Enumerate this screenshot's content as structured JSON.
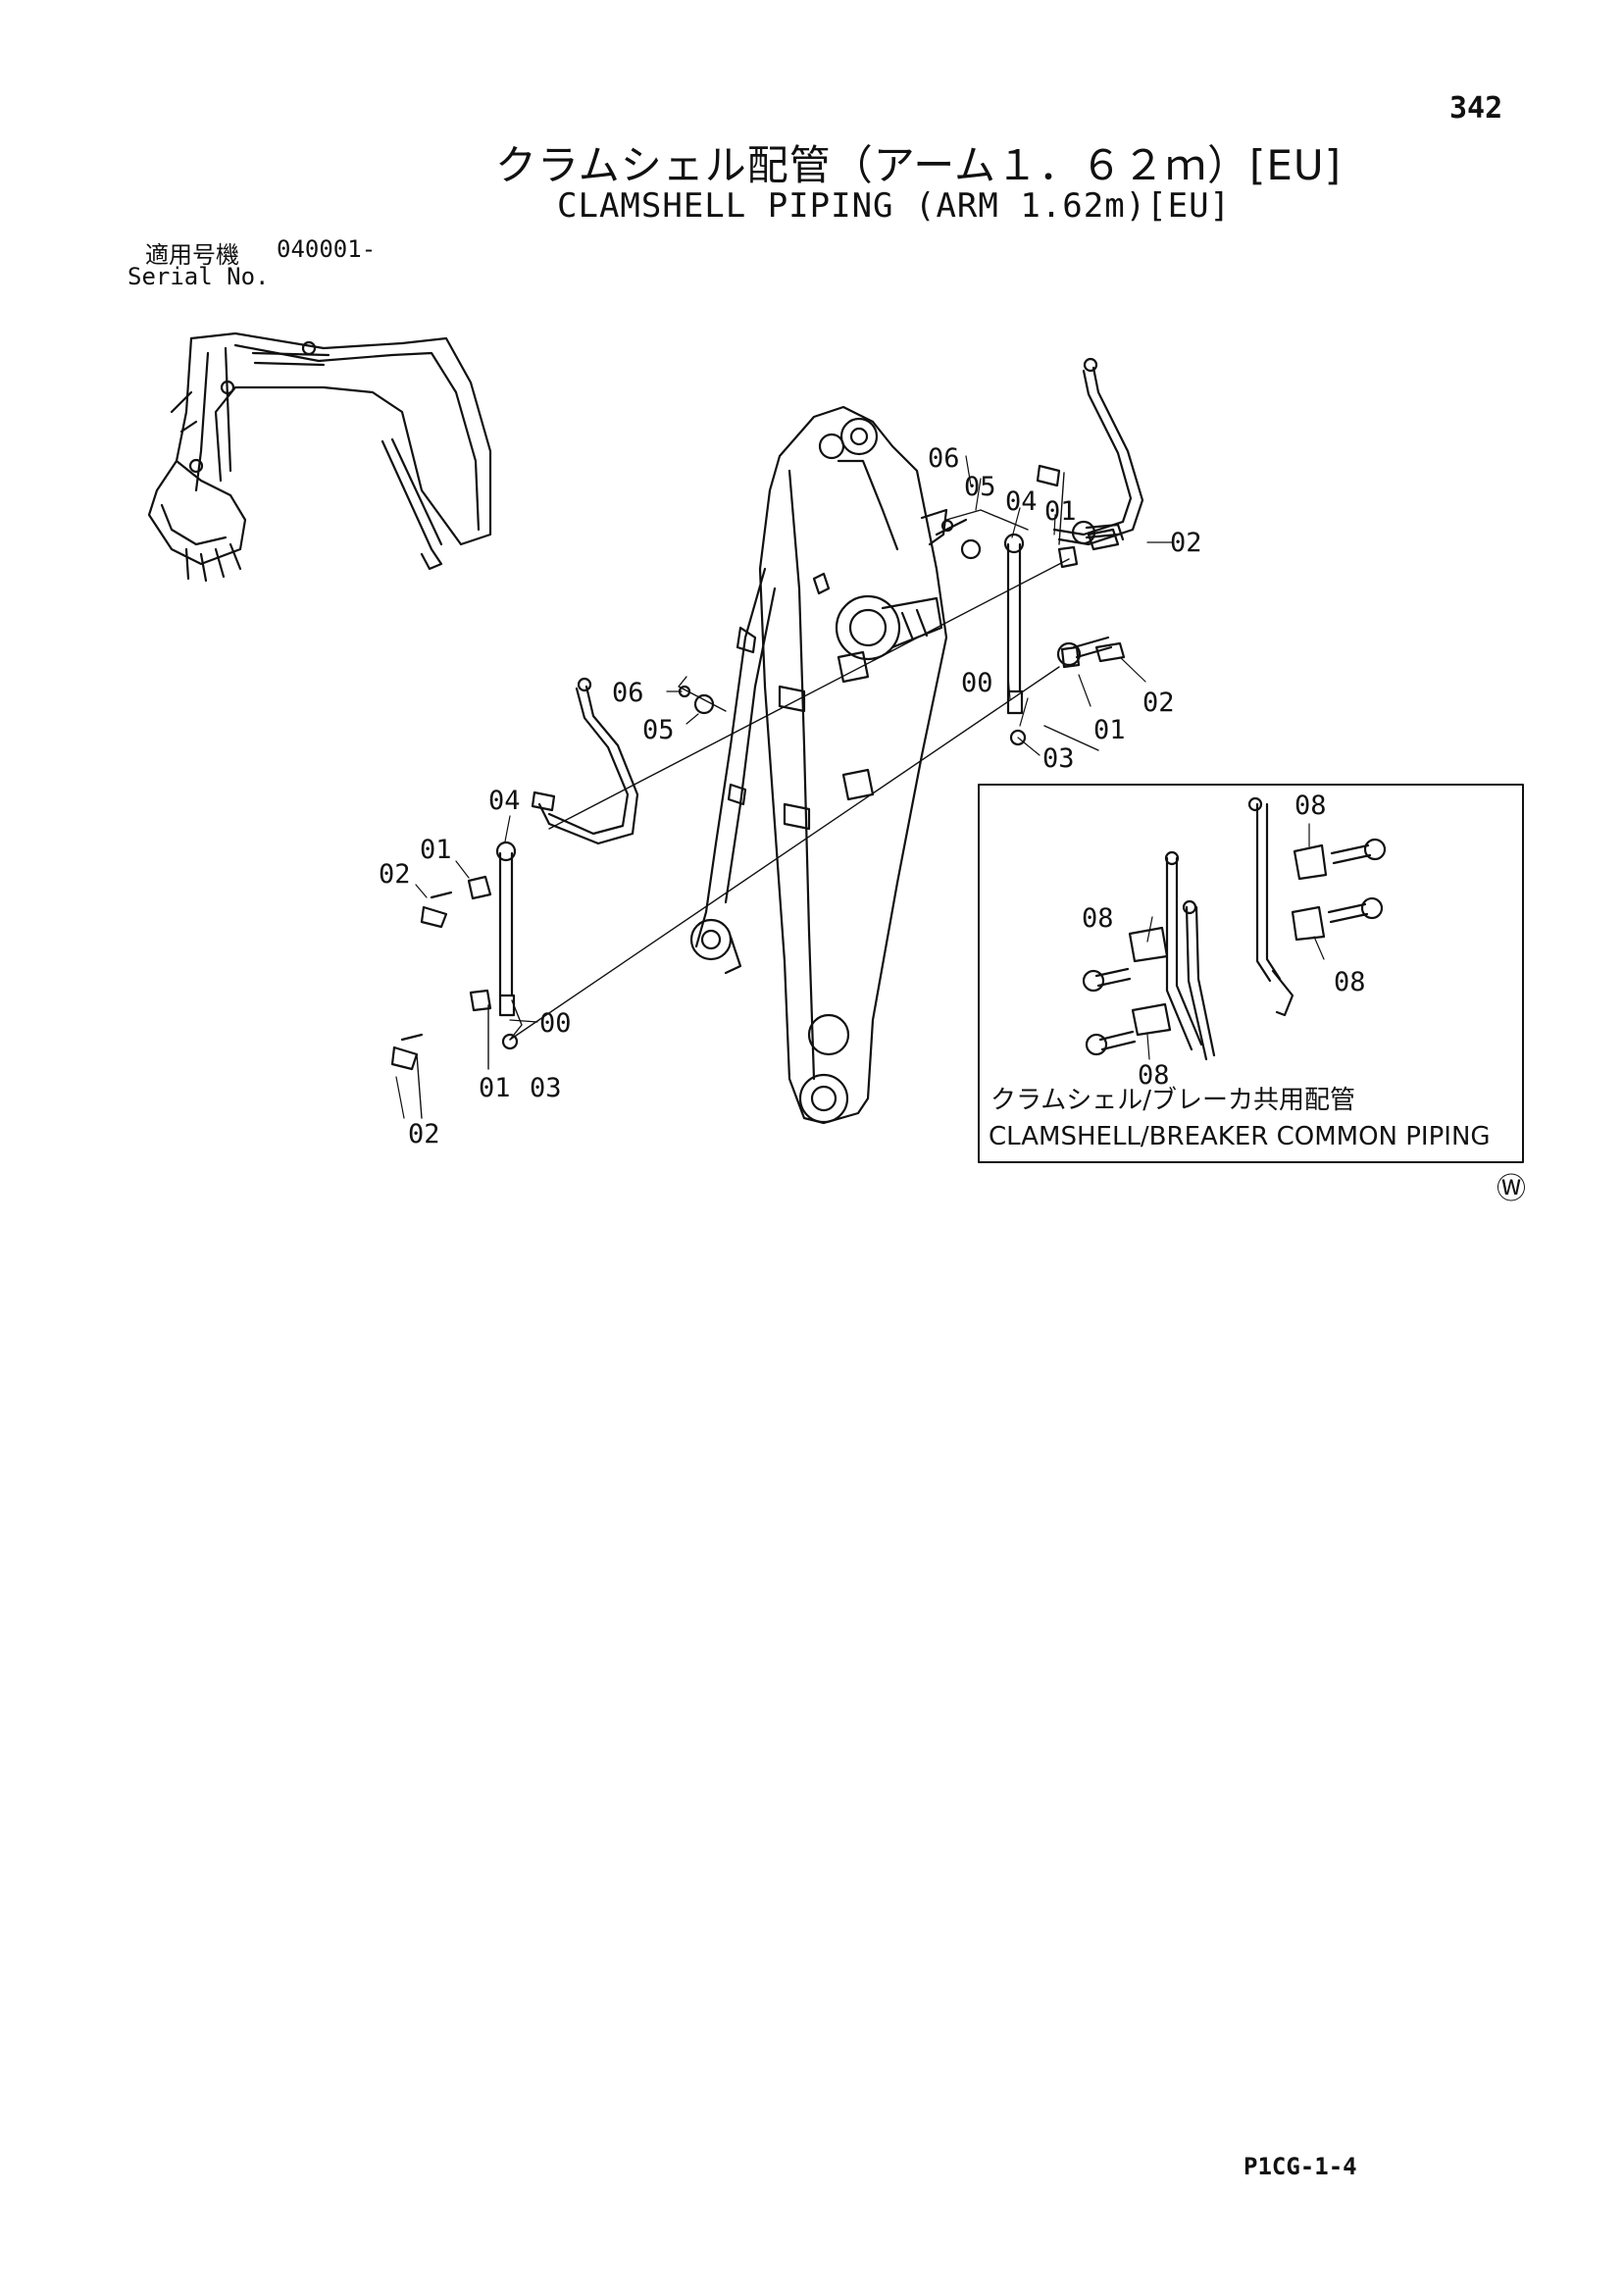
{
  "header": {
    "page_number": "342",
    "title_jp": "クラムシェル配管（アーム１．６２ｍ）[EU]",
    "title_en": "CLAMSHELL PIPING (ARM 1.62m)[EU]"
  },
  "serial": {
    "label_jp": "適用号機",
    "label_en": "Serial No.",
    "value": "040001-"
  },
  "inset": {
    "caption_jp": "クラムシェル/ブレーカ共用配管",
    "caption_en": "CLAMSHELL/BREAKER COMMON PIPING",
    "callouts": [
      "08",
      "08",
      "08",
      "08"
    ]
  },
  "callouts": {
    "right_upper": [
      "06",
      "05",
      "04",
      "01",
      "02"
    ],
    "right_lower": [
      "00",
      "02",
      "01",
      "03"
    ],
    "left_upper": [
      "06",
      "05",
      "04",
      "01",
      "02"
    ],
    "left_lower": [
      "00",
      "01",
      "03",
      "02"
    ]
  },
  "watermark_symbol": "Ⓦ",
  "footer": {
    "code": "P1CG-1-4"
  }
}
